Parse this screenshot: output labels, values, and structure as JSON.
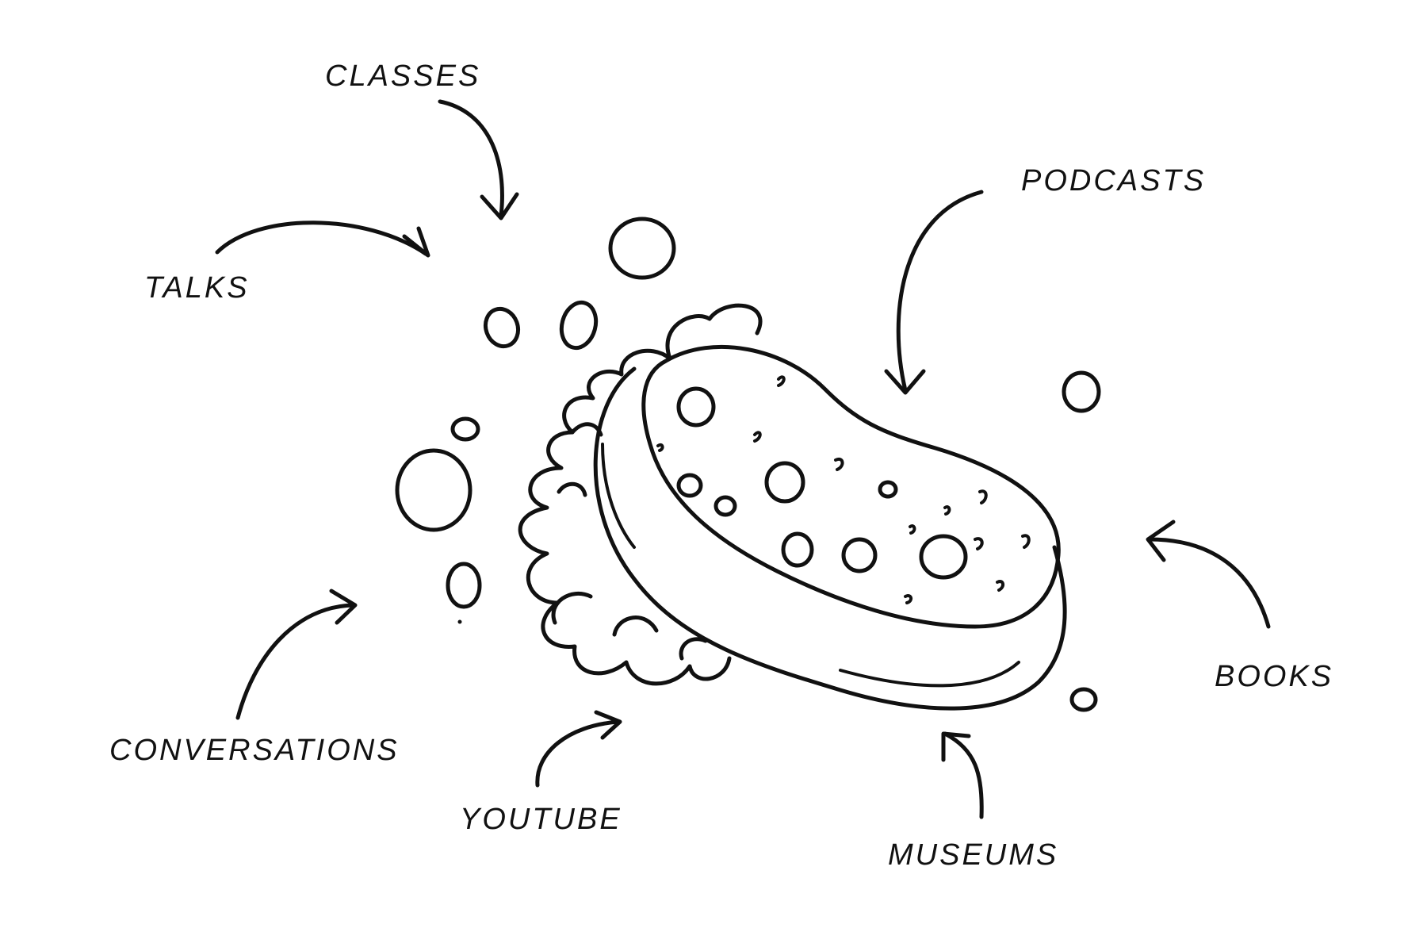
{
  "diagram": {
    "center": "sponge-icon",
    "labels": {
      "classes": "CLASSES",
      "podcasts": "PODCASTS",
      "talks": "TALKS",
      "books": "BOOKS",
      "conversations": "CONVERSATIONS",
      "youtube": "YOUTUBE",
      "museums": "MUSEUMS"
    },
    "ink_color": "#111111",
    "background_color": "#ffffff"
  }
}
